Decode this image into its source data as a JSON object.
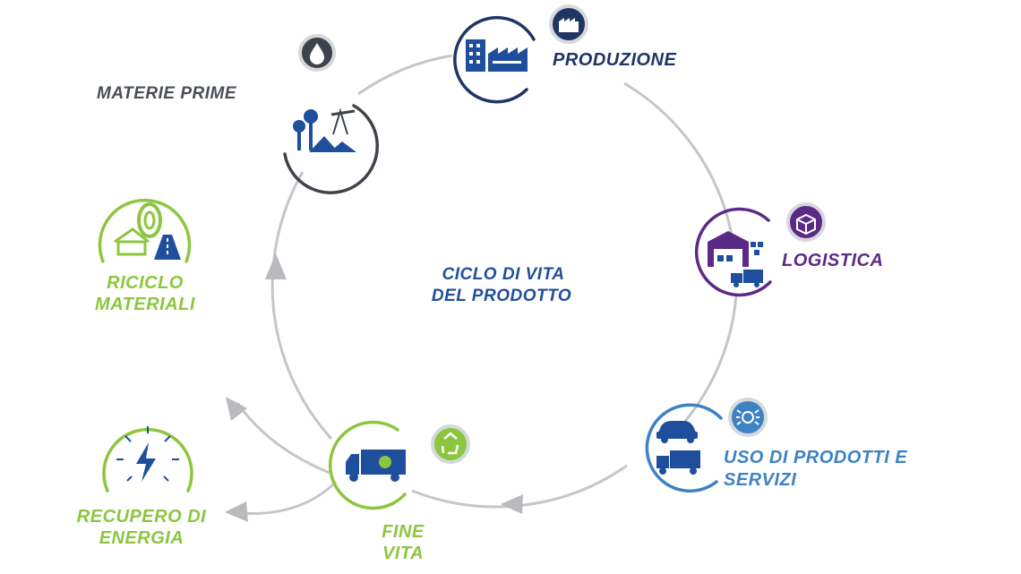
{
  "center": {
    "line1": "CICLO DI VITA",
    "line2": "DEL PRODOTTO"
  },
  "stages": {
    "materie_prime": {
      "label": "MATERIE PRIME"
    },
    "produzione": {
      "label": "PRODUZIONE"
    },
    "logistica": {
      "label": "LOGISTICA"
    },
    "uso": {
      "line1": "USO DI PRODOTTI E",
      "line2": "SERVIZI"
    },
    "fine_vita": {
      "line1": "FINE",
      "line2": "VITA"
    },
    "recupero": {
      "line1": "RECUPERO DI",
      "line2": "ENERGIA"
    },
    "riciclo": {
      "line1": "RICICLO",
      "line2": "MATERIALI"
    }
  },
  "icons": {
    "materie_prime": "oil-pump-and-trees-icon",
    "materie_prime_badge": "oil-drop-icon",
    "produzione": "factory-icon",
    "produzione_badge": "factory-badge-icon",
    "logistica": "warehouse-truck-icon",
    "logistica_badge": "package-icon",
    "uso": "car-and-truck-icon",
    "uso_badge": "headlight-icon",
    "fine_vita": "recycling-truck-icon",
    "fine_vita_badge": "recycle-icon",
    "recupero": "energy-bolt-icon",
    "riciclo": "recycled-tire-icon"
  },
  "colors": {
    "navy": "#1f3566",
    "blue": "#1f4f9c",
    "gray_dark": "#4a4f57",
    "purple": "#5b2a86",
    "light_blue": "#3d83c3",
    "green": "#8cc63f",
    "cycle_line": "#c4c6c9"
  }
}
